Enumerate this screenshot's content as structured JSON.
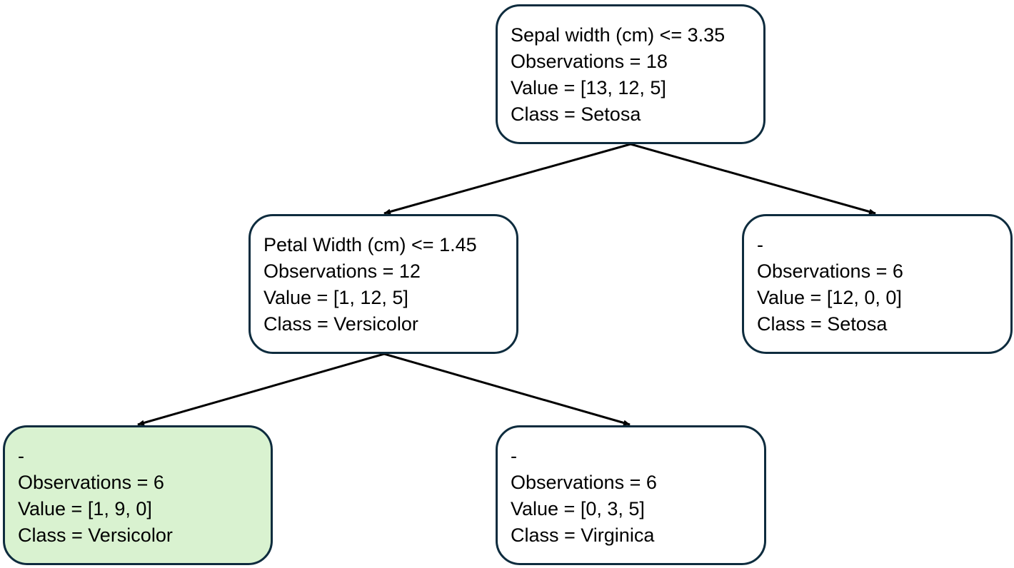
{
  "tree": {
    "root": {
      "split": "Sepal width (cm) <= 3.35",
      "observations": "Observations = 18",
      "value": "Value = [13, 12, 5]",
      "class": "Class = Setosa"
    },
    "left": {
      "split": "Petal Width (cm) <= 1.45",
      "observations": "Observations = 12",
      "value": "Value = [1, 12, 5]",
      "class": "Class = Versicolor"
    },
    "right": {
      "split": "-",
      "observations": "Observations = 6",
      "value": "Value = [12, 0, 0]",
      "class": "Class = Setosa"
    },
    "left_left": {
      "split": "-",
      "observations": "Observations = 6",
      "value": "Value = [1, 9, 0]",
      "class": "Class = Versicolor",
      "highlight_color": "#d9f2d0"
    },
    "left_right": {
      "split": "-",
      "observations": "Observations = 6",
      "value": "Value = [0, 3, 5]",
      "class": "Class = Virginica"
    }
  },
  "colors": {
    "border": "#0e2c3e",
    "edge": "#000000",
    "highlight": "#d9f2d0"
  }
}
